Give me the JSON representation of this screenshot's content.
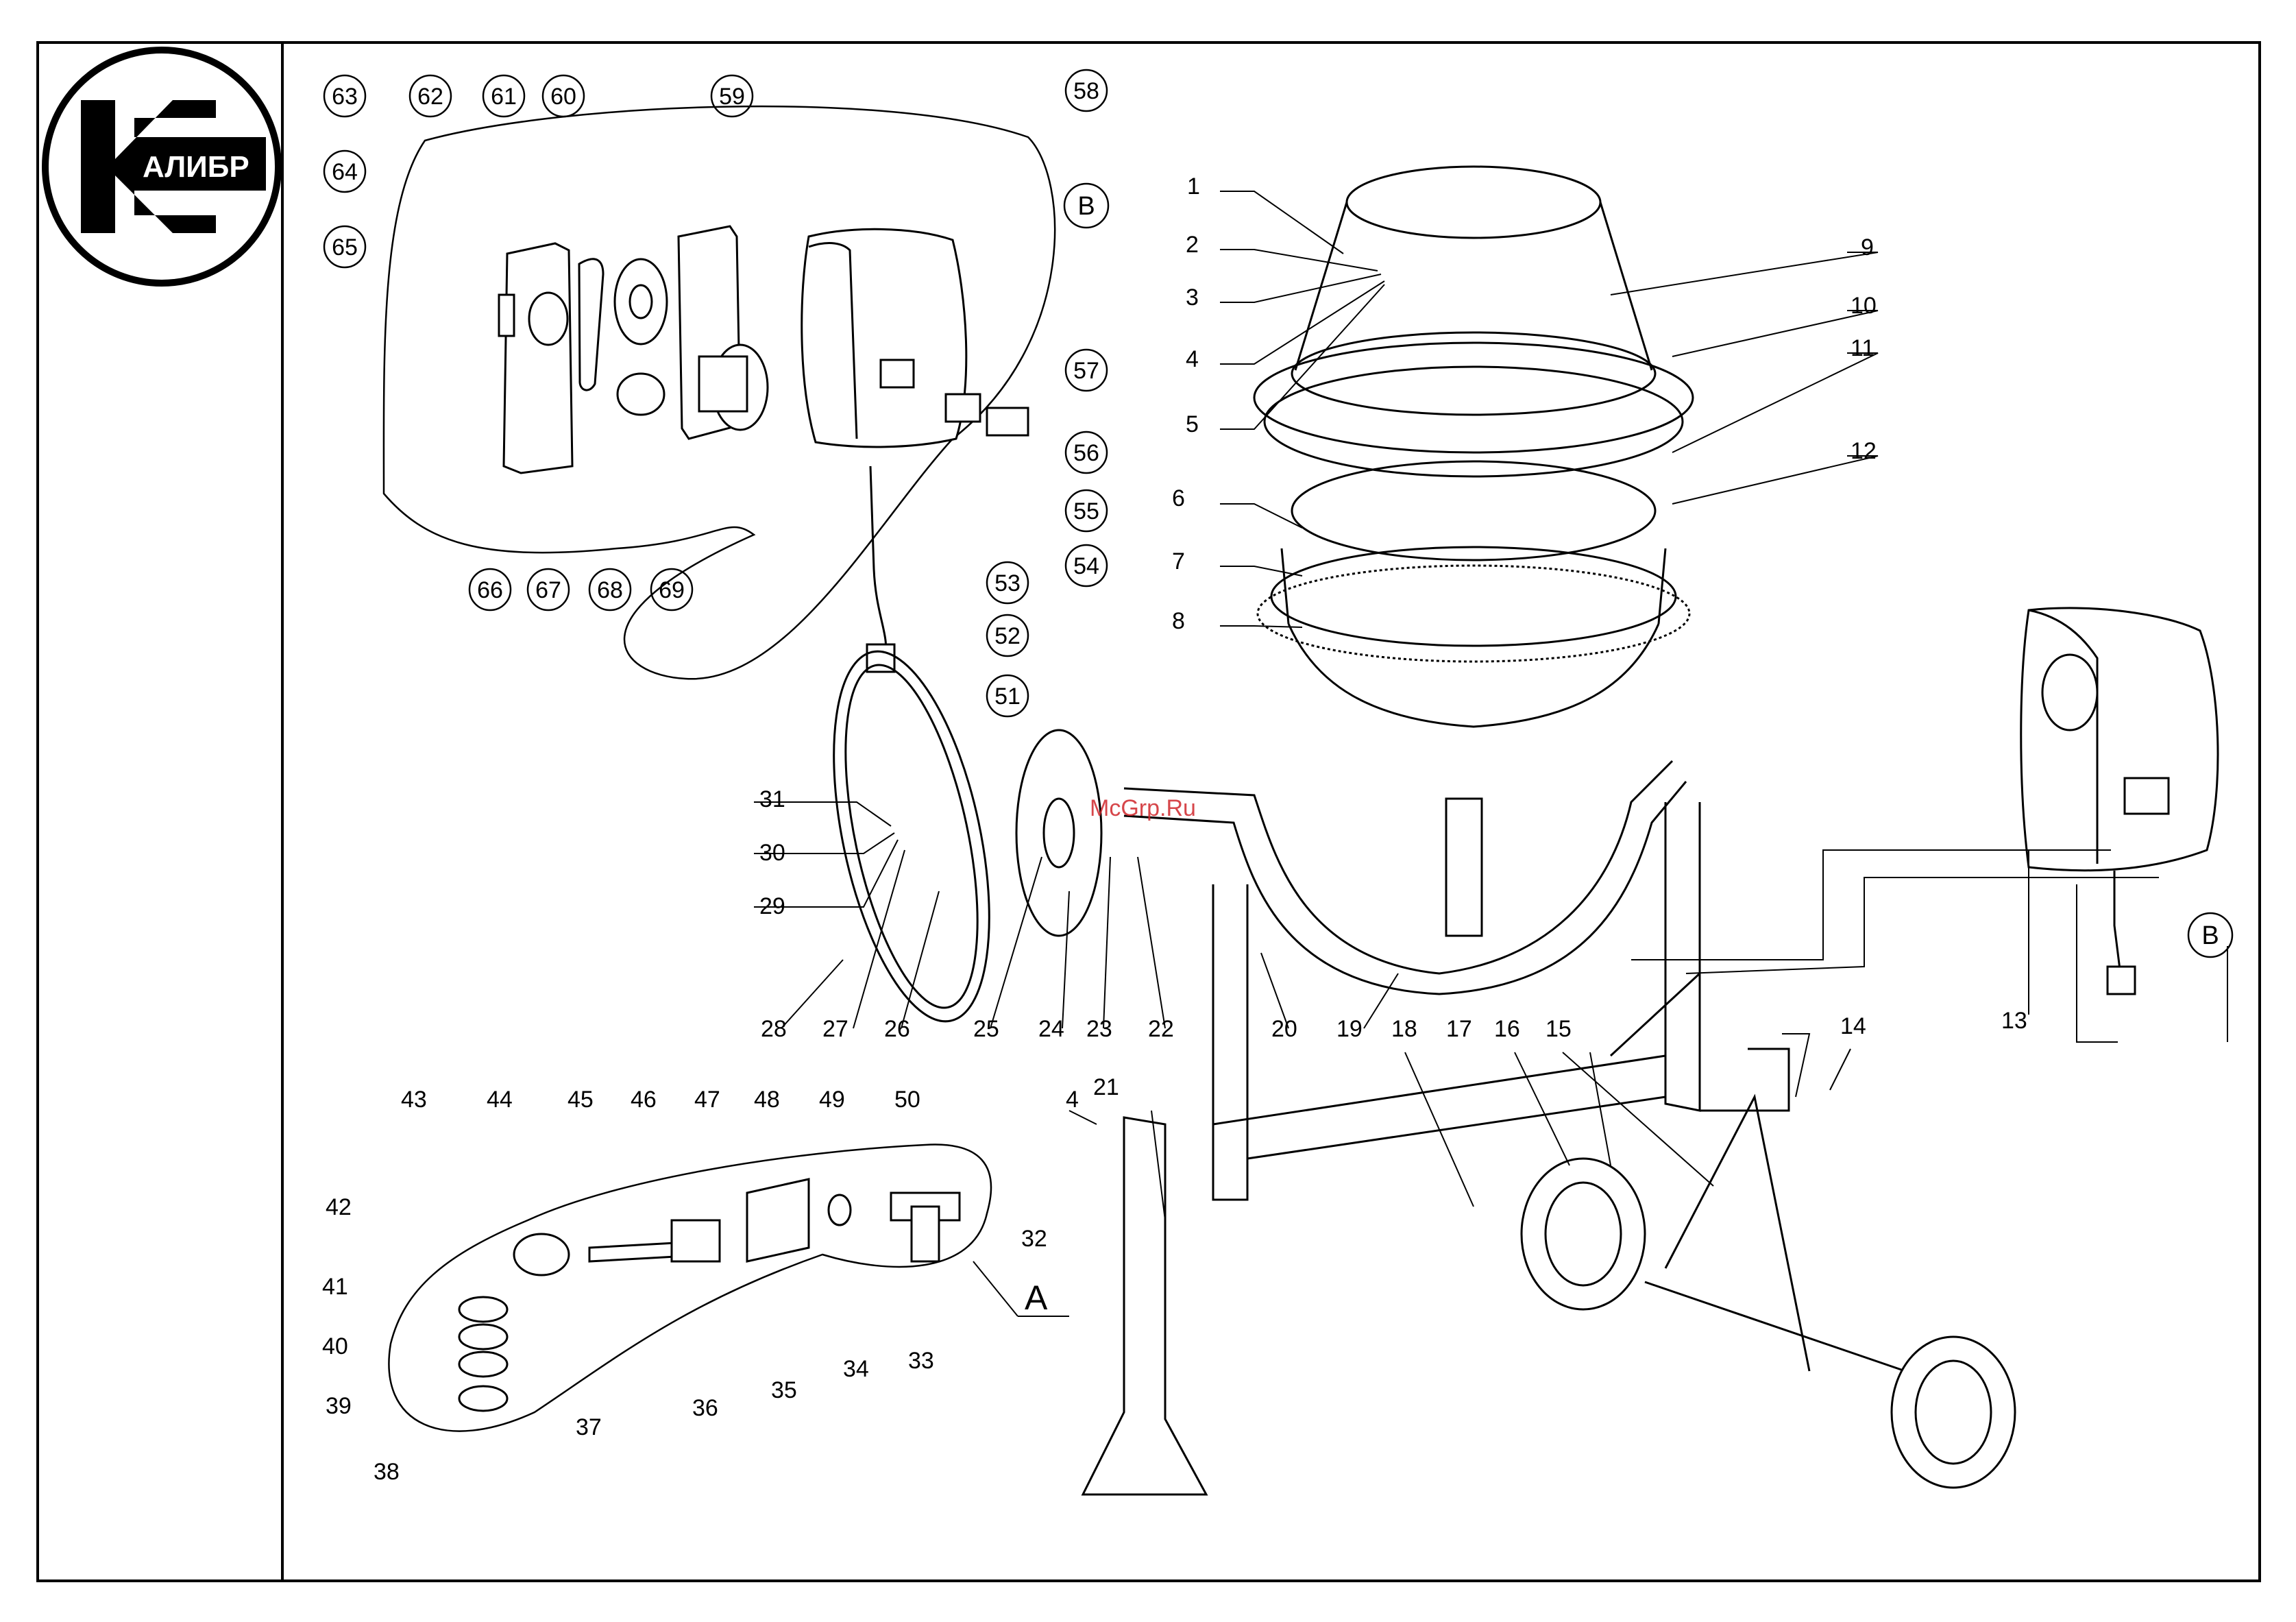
{
  "logo": {
    "text": "АЛИБР"
  },
  "watermark": "McGrp.Ru",
  "group_markers": {
    "a": "A",
    "b": "B"
  },
  "labels": {
    "l1": "1",
    "l2": "2",
    "l3": "3",
    "l4": "4",
    "l5": "5",
    "l6": "6",
    "l7": "7",
    "l8": "8",
    "l9": "9",
    "l10": "10",
    "l11": "11",
    "l12": "12",
    "l13": "13",
    "l14": "14",
    "l15": "15",
    "l16": "16",
    "l17": "17",
    "l18": "18",
    "l19": "19",
    "l20": "20",
    "l21": "21",
    "l22": "22",
    "l23": "23",
    "l24": "24",
    "l25": "25",
    "l26": "26",
    "l27": "27",
    "l28": "28",
    "l29": "29",
    "l30": "30",
    "l31": "31",
    "l32": "32",
    "l33": "33",
    "l34": "34",
    "l35": "35",
    "l36": "36",
    "l37": "37",
    "l38": "38",
    "l39": "39",
    "l40": "40",
    "l41": "41",
    "l42": "42",
    "l43": "43",
    "l44": "44",
    "l45": "45",
    "l46": "46",
    "l47": "47",
    "l48": "48",
    "l49": "49",
    "l50": "50",
    "l4b": "4",
    "c51": "51",
    "c52": "52",
    "c53": "53",
    "c54": "54",
    "c55": "55",
    "c56": "56",
    "c57": "57",
    "c58": "58",
    "c59": "59",
    "c60": "60",
    "c61": "61",
    "c62": "62",
    "c63": "63",
    "c64": "64",
    "c65": "65",
    "c66": "66",
    "c67": "67",
    "c68": "68",
    "c69": "69"
  }
}
